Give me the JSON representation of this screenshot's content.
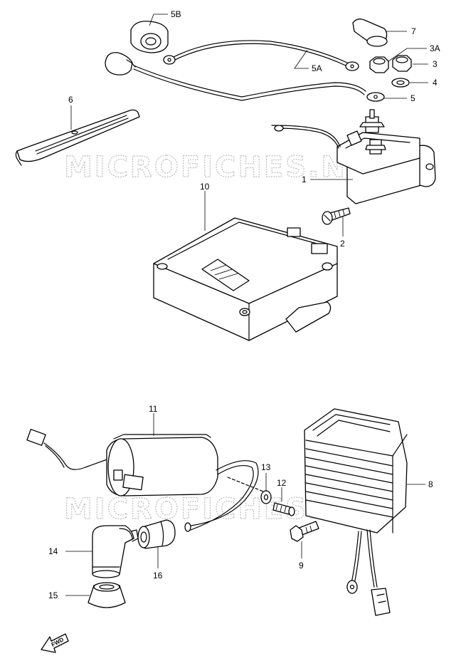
{
  "watermark": "MICROFICHES.NET",
  "fwd_label": "FWD",
  "callouts": [
    {
      "id": "1",
      "text": "1"
    },
    {
      "id": "2",
      "text": "2"
    },
    {
      "id": "3",
      "text": "3"
    },
    {
      "id": "3A",
      "text": "3A"
    },
    {
      "id": "4",
      "text": "4"
    },
    {
      "id": "5",
      "text": "5"
    },
    {
      "id": "5A",
      "text": "5A"
    },
    {
      "id": "5B",
      "text": "5B"
    },
    {
      "id": "6",
      "text": "6"
    },
    {
      "id": "7",
      "text": "7"
    },
    {
      "id": "8",
      "text": "8"
    },
    {
      "id": "9",
      "text": "9"
    },
    {
      "id": "10",
      "text": "10"
    },
    {
      "id": "11",
      "text": "11"
    },
    {
      "id": "12",
      "text": "12"
    },
    {
      "id": "13",
      "text": "13"
    },
    {
      "id": "14",
      "text": "14"
    },
    {
      "id": "15",
      "text": "15"
    },
    {
      "id": "16",
      "text": "16"
    }
  ]
}
